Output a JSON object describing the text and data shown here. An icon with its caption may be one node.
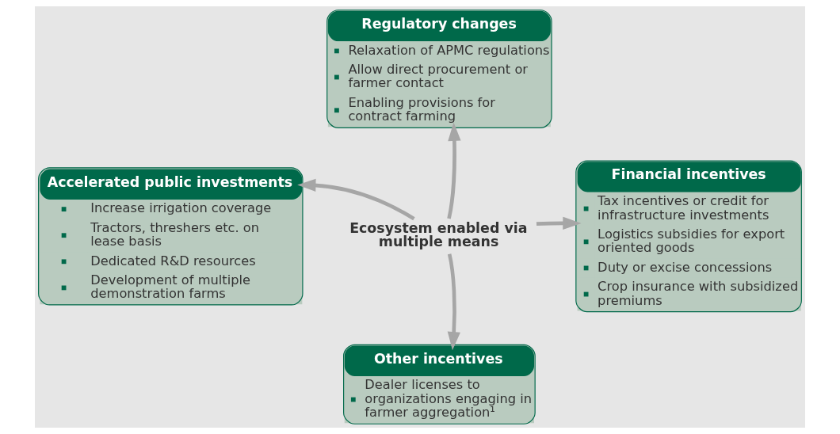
{
  "diagram": {
    "nodes": [
      {
        "text": [
          "Regulatory changes",
          "Relaxation of APMC regulations",
          "Allow direct procurement or farmer contact",
          "Enabling provisions for contract farming"
        ]
      },
      {
        "text": [
          "Accelerated public investments",
          "Increase irrigation coverage",
          "Tractors, threshers etc. on lease basis",
          "Dedicated R&D resources",
          "Development of multiple demonstration farms"
        ]
      },
      {
        "text": [
          "Ecosystem enabled via multiple means"
        ]
      },
      {
        "text": [
          "Financial incentives",
          "Tax incentives or credit for infrastructure investments",
          "Logistics subsidies for export oriented goods",
          "Duty or excise concessions",
          "Crop insurance with subsidized premiums"
        ]
      },
      {
        "text": [
          "Other incentives",
          "Dealer licenses to organizations engaging in farmer aggregation¹"
        ]
      }
    ],
    "edges": [
      {
        "from": 2,
        "to": 0,
        "arrow": "to"
      },
      {
        "from": 2,
        "to": 1,
        "arrow": "to"
      },
      {
        "from": 2,
        "to": 3,
        "arrow": "to"
      },
      {
        "from": 2,
        "to": 4,
        "arrow": "to"
      }
    ]
  }
}
